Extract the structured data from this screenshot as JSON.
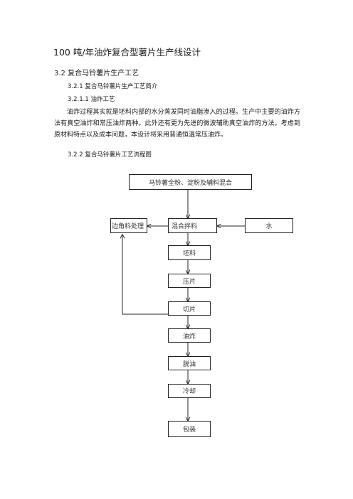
{
  "doc": {
    "title": "100 吨/年油炸复合型薯片生产线设计",
    "section_3_2": "3.2  复合马铃薯片生产工艺",
    "section_3_2_1": "3.2.1  复合马铃薯片生产工艺简介",
    "section_3_2_1_1": "3.2.1.1  油炸工艺",
    "paragraph": "油炸过程其实就是坯料内部的水分蒸发同时油脂渗入的过程。生产中主要的油炸方法有真空油炸和常压油炸两种。此外还有更为先进的微波辅助真空油炸的方法。考虑到原材料特点以及成本问题，本设计将采用普通恒温常压油炸。",
    "section_3_2_2": "3.2.2  复合马铃薯片工艺流程图"
  },
  "flow": {
    "mix_raw": "马铃薯全粉、淀粉及辅料混合",
    "scrap": "边角料处理",
    "mixing": "混合拌料",
    "water": "水",
    "blank": "坯料",
    "press": "压片",
    "cut": "切片",
    "fry": "油炸",
    "deoil": "脱油",
    "cool": "冷却",
    "pack": "包装"
  }
}
